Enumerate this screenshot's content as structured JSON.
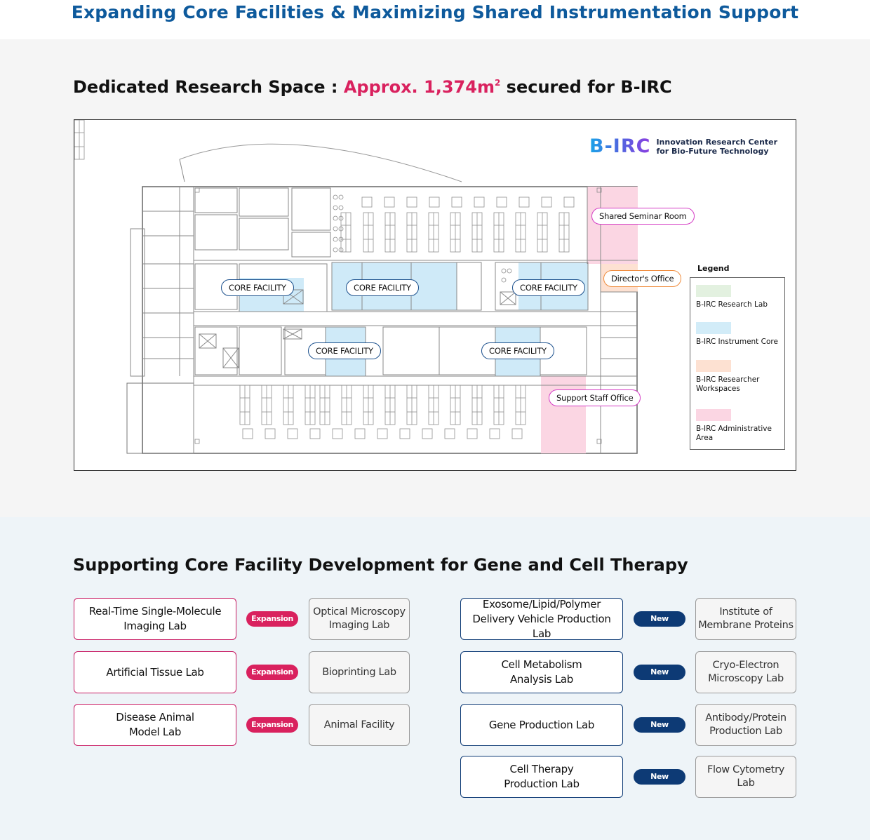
{
  "top_title": "Expanding Core Facilities & Maximizing Shared Instrumentation Support",
  "space": {
    "heading_prefix": "Dedicated Research Space : ",
    "heading_highlight": "Approx. 1,374m",
    "heading_sup": "2",
    "heading_suffix": " secured for B-IRC"
  },
  "logo": {
    "mark": "B-IRC",
    "line1": "Innovation Research Center",
    "line2": "for Bio-Future Technology"
  },
  "floorplan": {
    "core_labels": [
      "CORE FACILITY",
      "CORE FACILITY",
      "CORE FACILITY",
      "CORE FACILITY",
      "CORE FACILITY"
    ],
    "seminar": "Shared Seminar Room",
    "director": "Director's Office",
    "support": "Support Staff Office"
  },
  "legend": {
    "title": "Legend",
    "items": [
      {
        "label": "B-IRC Research Lab",
        "color": "#e3f1e0"
      },
      {
        "label": "B-IRC Instrument Core",
        "color": "#d2ecf8"
      },
      {
        "label": "B-IRC Researcher Workspaces",
        "color": "#fde1d2"
      },
      {
        "label": "B-IRC Administrative Area",
        "color": "#fbd6e3"
      }
    ]
  },
  "colors": {
    "core_fill": "#cfeaf8",
    "admin_fill": "#fbd6e3",
    "workspace_fill": "#fde1d2",
    "pink": "#d9215e",
    "navy": "#0d3a75"
  },
  "support_section": {
    "heading": "Supporting Core Facility Development for Gene and Cell Therapy",
    "left": [
      {
        "lab": "Real-Time Single-Molecule\nImaging Lab",
        "badge": "Expansion",
        "target": "Optical Microscopy\nImaging Lab"
      },
      {
        "lab": "Artificial Tissue Lab",
        "badge": "Expansion",
        "target": "Bioprinting Lab"
      },
      {
        "lab": "Disease Animal\nModel Lab",
        "badge": "Expansion",
        "target": "Animal Facility"
      }
    ],
    "right": [
      {
        "lab": "Exosome/Lipid/Polymer\nDelivery Vehicle Production Lab",
        "badge": "New",
        "target": "Institute of\nMembrane Proteins"
      },
      {
        "lab": "Cell Metabolism\nAnalysis Lab",
        "badge": "New",
        "target": "Cryo-Electron\nMicroscopy Lab"
      },
      {
        "lab": "Gene Production Lab",
        "badge": "New",
        "target": "Antibody/Protein\nProduction Lab"
      },
      {
        "lab": "Cell Therapy\nProduction Lab",
        "badge": "New",
        "target": "Flow Cytometry\nLab"
      }
    ]
  }
}
